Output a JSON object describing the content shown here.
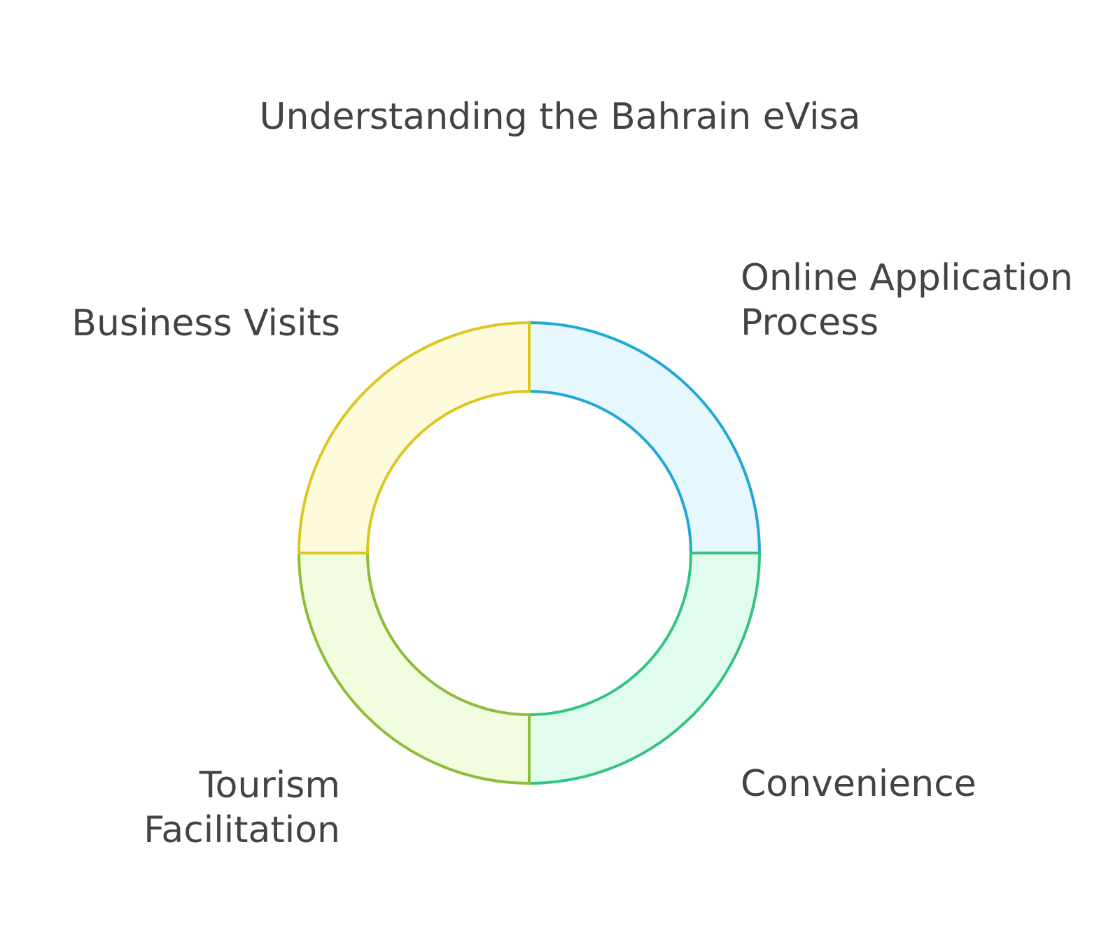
{
  "title": "Understanding the Bahrain eVisa",
  "segments": [
    {
      "id": "top-right",
      "label": "Online Application\nProcess",
      "stroke": "#1fa8d8",
      "fill": "#e6f7fd"
    },
    {
      "id": "bottom-right",
      "label": "Convenience",
      "stroke": "#35c47f",
      "fill": "#e0fcee"
    },
    {
      "id": "bottom-left",
      "label": "Tourism\nFacilitation",
      "stroke": "#8dbd38",
      "fill": "#f2fde0"
    },
    {
      "id": "top-left",
      "label": "Business Visits",
      "stroke": "#dcc620",
      "fill": "#fefbdd"
    }
  ]
}
